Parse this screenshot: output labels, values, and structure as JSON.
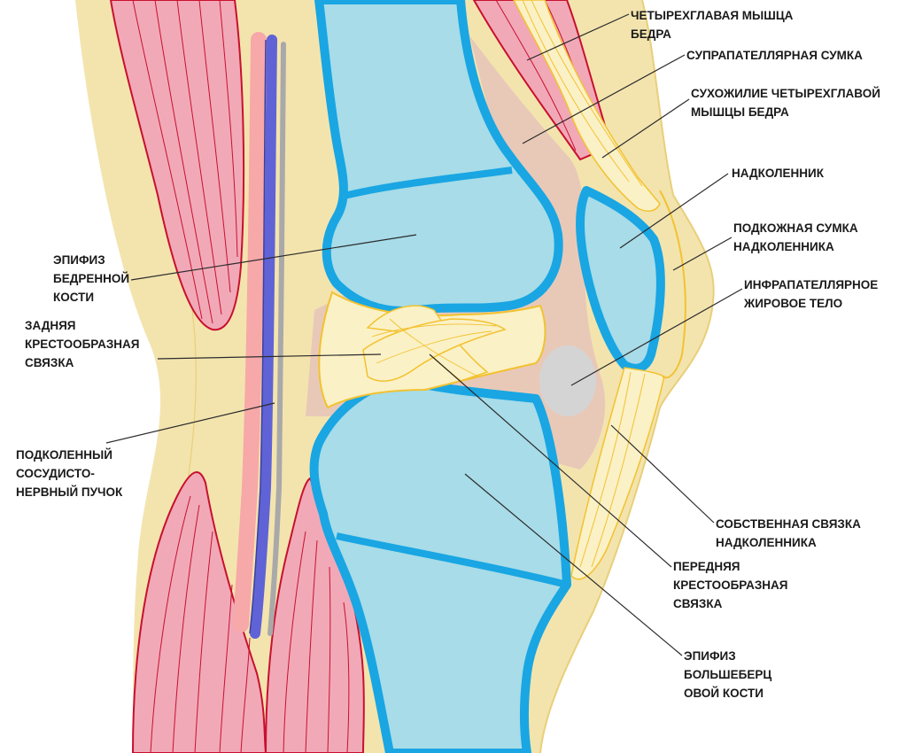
{
  "colors": {
    "skin": "#f3e4ae",
    "skin_edge": "#e8cf7a",
    "muscle": "#f1a9b8",
    "muscle_line": "#c8102e",
    "bone": "#a7dce8",
    "bone_edge": "#19a6e3",
    "bursa": "#e8c9b8",
    "ligament": "#fbf1c6",
    "ligament_line": "#f2c230",
    "fat_body": "#d4d4d4",
    "vein": "#5f63d6",
    "artery": "#f7a8a8",
    "nerve": "#a9a9a9",
    "leader": "#2b2b2b"
  },
  "labels": {
    "quadriceps": [
      "ЧЕТЫРЕХГЛАВАЯ МЫШЦА",
      "БЕДРА"
    ],
    "suprapatellar": [
      "СУПРАПАТЕЛЛЯРНАЯ СУМКА"
    ],
    "quad_tendon": [
      "СУХОЖИЛИЕ ЧЕТЫРЕХГЛАВОЙ",
      "МЫШЦЫ БЕДРА"
    ],
    "patella": [
      "НАДКОЛЕННИК"
    ],
    "prepatellar": [
      "ПОДКОЖНАЯ СУМКА",
      "НАДКОЛЕННИКА"
    ],
    "infrapatellar": [
      "ИНФРАПАТЕЛЛЯРНОЕ",
      "ЖИРОВОЕ ТЕЛО"
    ],
    "femur_epiphysis": [
      "ЭПИФИЗ",
      "БЕДРЕННОЙ",
      "КОСТИ"
    ],
    "posterior_cruciate": [
      "ЗАДНЯЯ",
      "КРЕСТООБРАЗНАЯ",
      "СВЯЗКА"
    ],
    "popliteal_bundle": [
      "ПОДКОЛЕННЫЙ",
      "СОСУДИСТО-",
      "НЕРВНЫЙ ПУЧОК"
    ],
    "patellar_ligament": [
      "СОБСТВЕННАЯ СВЯЗКА",
      "НАДКОЛЕННИКА"
    ],
    "anterior_cruciate": [
      "ПЕРЕДНЯЯ",
      "КРЕСТООБРАЗНАЯ",
      "СВЯЗКА"
    ],
    "tibia_epiphysis": [
      "ЭПИФИЗ",
      "БОЛЬШЕБЕРЦ",
      "ОВОЙ КОСТИ"
    ]
  }
}
